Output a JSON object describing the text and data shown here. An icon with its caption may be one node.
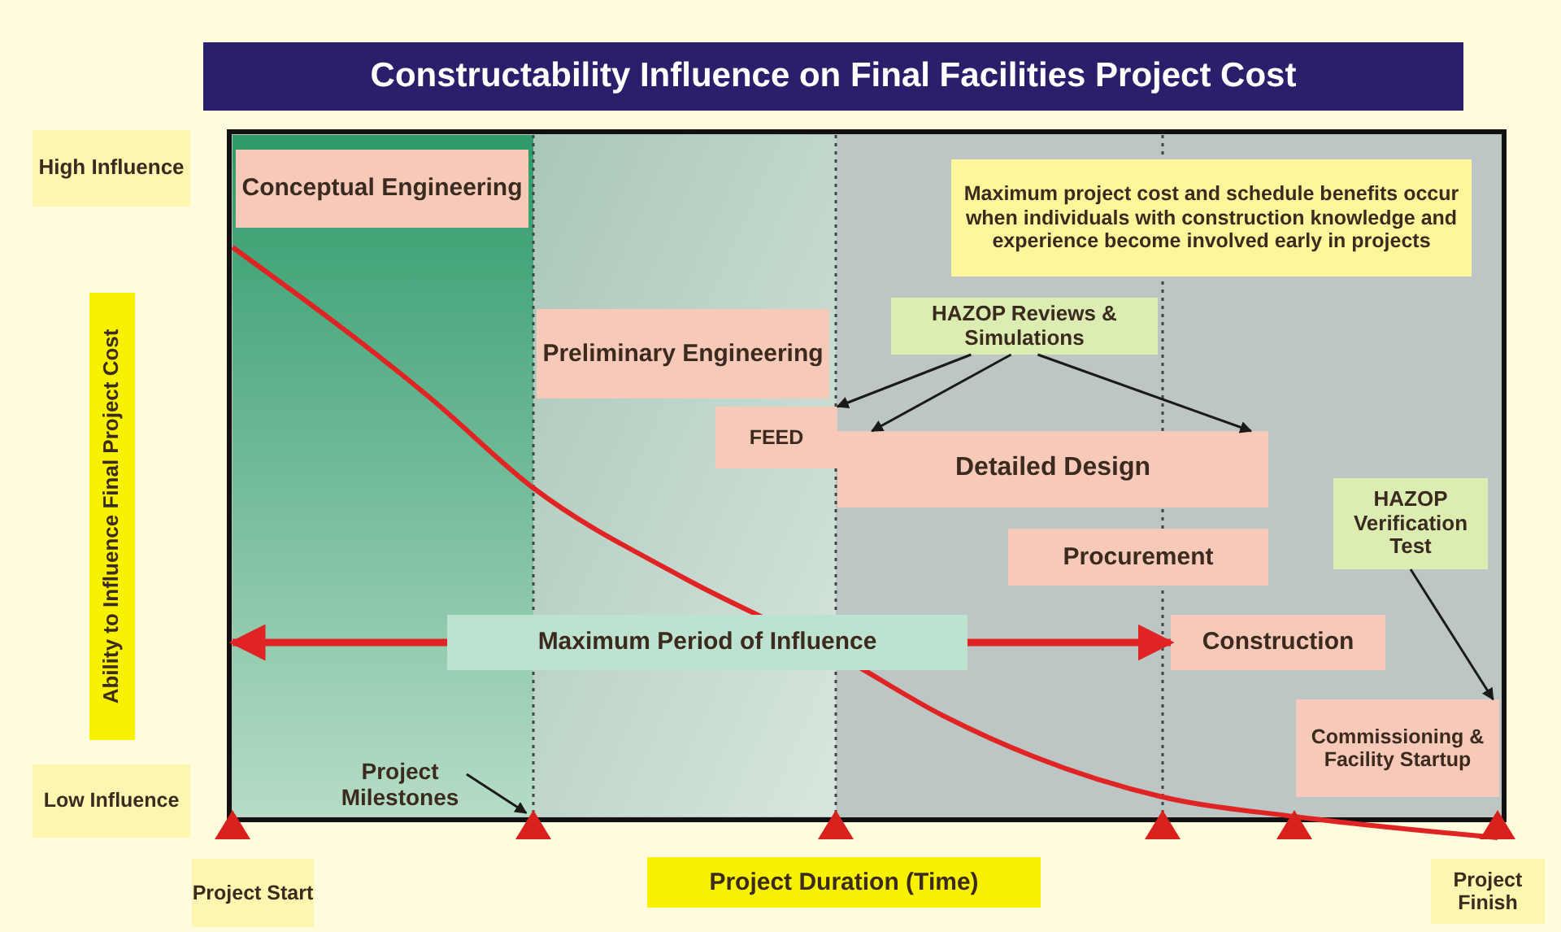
{
  "diagram": {
    "title": "Constructability Influence on Final Facilities Project Cost",
    "nodes": [
      {
        "text": [
          "High Influence"
        ]
      },
      {
        "text": [
          "Conceptual Engineering"
        ]
      },
      {
        "text": [
          "Maximum project cost and schedule benefits occur when individuals with construction knowledge and experience become involved early in projects"
        ]
      },
      {
        "text": [
          "HAZOP Reviews & Simulations"
        ]
      },
      {
        "text": [
          "Preliminary Engineering"
        ]
      },
      {
        "text": [
          "FEED"
        ]
      },
      {
        "text": [
          "Detailed Design"
        ]
      },
      {
        "text": [
          "HAZOP Verification Test"
        ]
      },
      {
        "text": [
          "Procurement"
        ]
      },
      {
        "text": [
          "Maximum Period of Influence"
        ]
      },
      {
        "text": [
          "Construction"
        ]
      },
      {
        "text": [
          "Ability to Influence Final Project Cost"
        ]
      },
      {
        "text": [
          "Commissioning & Facility Startup"
        ]
      },
      {
        "text": [
          "Low Influence"
        ]
      },
      {
        "text": [
          "Project Milestones"
        ]
      },
      {
        "text": [],
        "shape": "triangle"
      },
      {
        "text": [],
        "shape": "triangle"
      },
      {
        "text": [],
        "shape": "triangle"
      },
      {
        "text": [],
        "shape": "triangle"
      },
      {
        "text": [],
        "shape": "triangle"
      },
      {
        "text": [],
        "shape": "triangle"
      },
      {
        "text": [
          "Project Start"
        ]
      },
      {
        "text": [
          "Project Duration (Time)"
        ]
      },
      {
        "text": [
          "Project Finish"
        ]
      }
    ],
    "edges": [
      {
        "from": 3,
        "to": 5,
        "arrow": "to"
      },
      {
        "from": 3,
        "to": 6,
        "arrow": "to"
      },
      {
        "from": 3,
        "to": 6,
        "arrow": "to"
      },
      {
        "from": 7,
        "to": 12,
        "arrow": "to"
      },
      {
        "from": 14,
        "to": 16,
        "arrow": "to"
      },
      {
        "from": 9,
        "to": null,
        "arrow": "to",
        "style": "thick",
        "color": "#e02424"
      },
      {
        "from": 9,
        "to": 10,
        "arrow": "to",
        "style": "thick",
        "color": "#e02424"
      }
    ]
  }
}
